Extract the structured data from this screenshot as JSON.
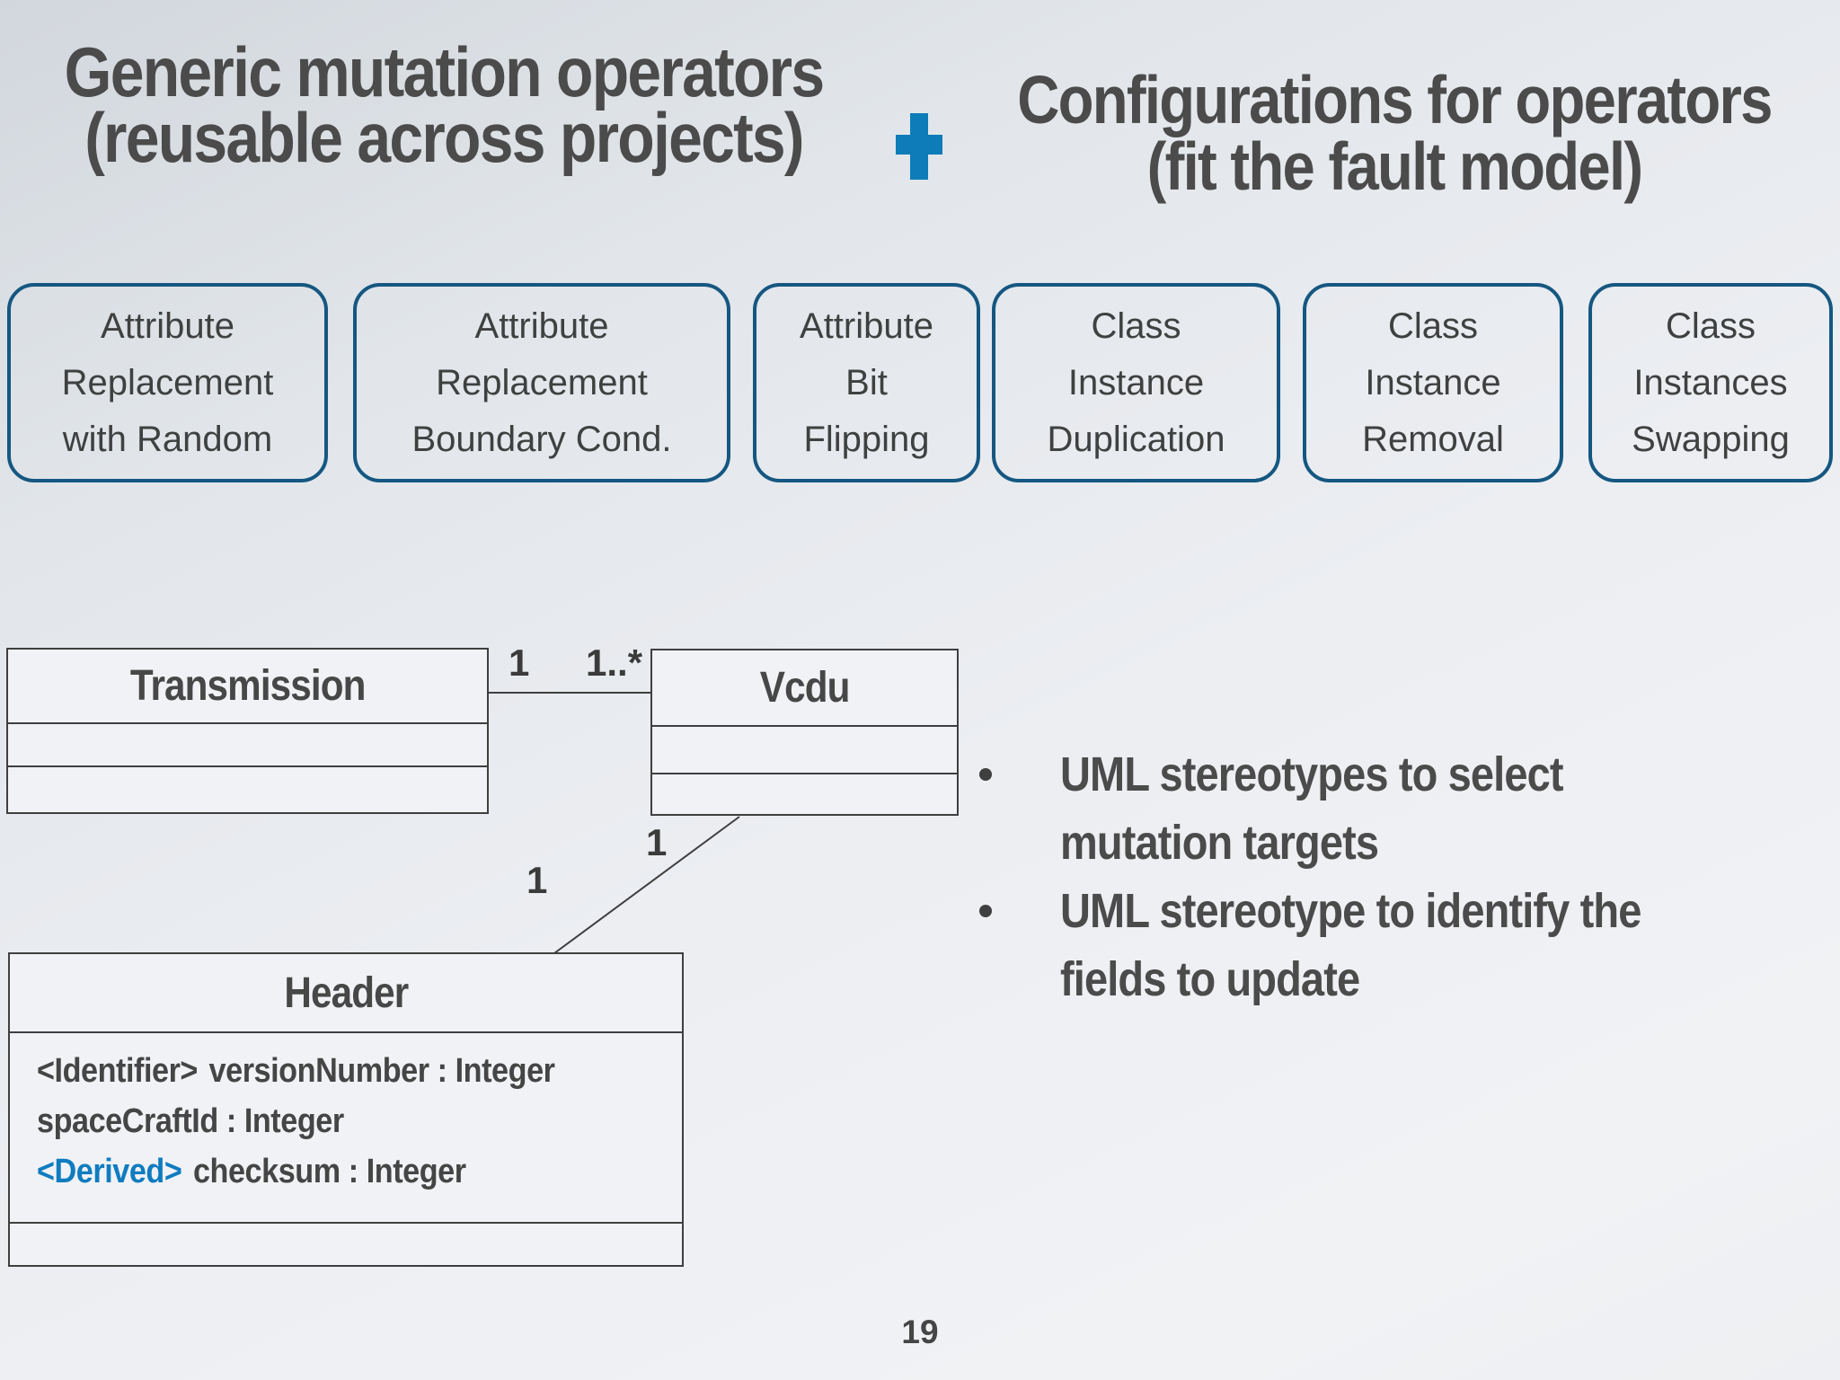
{
  "titles": {
    "left": {
      "line1": "Generic mutation operators",
      "line2": "(reusable across projects)"
    },
    "right": {
      "line1": "Configurations for operators",
      "line2": "(fit the fault model)"
    }
  },
  "operator_boxes": [
    {
      "label": "Attribute Replacement with Random"
    },
    {
      "label": "Attribute Replacement Boundary Cond."
    },
    {
      "label": "Attribute Bit Flipping"
    },
    {
      "label": "Class Instance Duplication"
    },
    {
      "label": "Class Instance Removal"
    },
    {
      "label": "Class Instances Swapping"
    }
  ],
  "uml": {
    "classes": [
      {
        "name": "Transmission",
        "attributes": []
      },
      {
        "name": "Vcdu",
        "attributes": []
      },
      {
        "name": "Header",
        "attributes": [
          {
            "stereotype": "<Identifier>",
            "name": "versionNumber : Integer"
          },
          {
            "stereotype": "",
            "name": "spaceCraftId : Integer"
          },
          {
            "stereotype": "<Derived>",
            "name": "checksum : Integer"
          }
        ]
      }
    ],
    "associations": [
      {
        "from": "Transmission",
        "to": "Vcdu",
        "from_multiplicity": "1",
        "to_multiplicity": "1..*"
      },
      {
        "from": "Vcdu",
        "to": "Header",
        "from_multiplicity": "1",
        "to_multiplicity": "1"
      }
    ]
  },
  "bullets": [
    "UML stereotypes to select\nmutation targets",
    "UML stereotype to identify the\nfields to update"
  ],
  "page_number": "19",
  "colors": {
    "accent_blue": "#0e7cb8",
    "operator_box_border": "#155781",
    "title_gray": "#4b4b4b",
    "derived_stereotype_blue": "#0f7cc0",
    "uml_line": "#3f3f3f"
  }
}
